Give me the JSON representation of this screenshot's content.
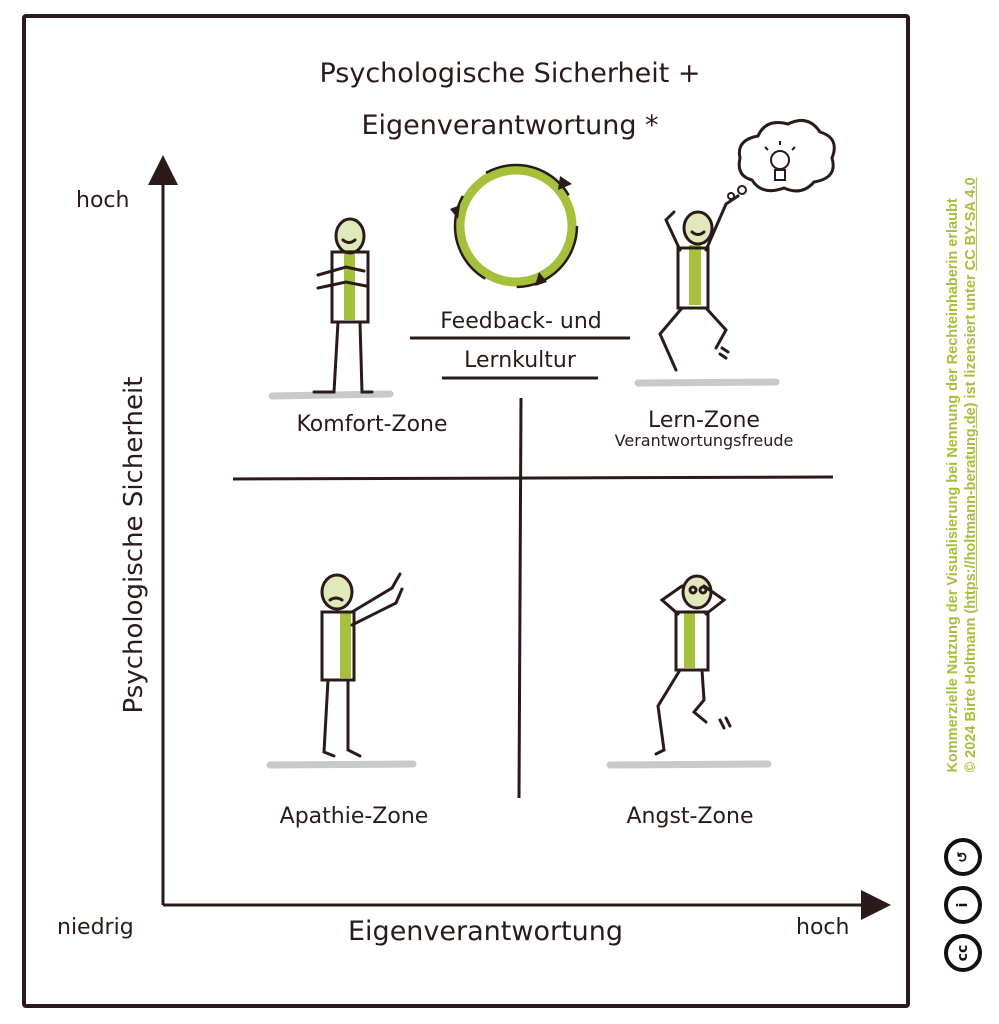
{
  "title": {
    "line1": "Psychologische Sicherheit +",
    "line2": "Eigenverantwortung *"
  },
  "axes": {
    "y_label": "Psychologische Sicherheit",
    "x_label": "Eigenverantwortung",
    "y_high": "hoch",
    "x_low": "niedrig",
    "x_high": "hoch"
  },
  "center": {
    "line1": "Feedback- und",
    "line2": "Lernkultur"
  },
  "zones": {
    "top_left": {
      "label": "Komfort-Zone"
    },
    "top_right": {
      "label": "Lern-Zone",
      "sublabel": "Verantwortungsfreude"
    },
    "bottom_left": {
      "label": "Apathie-Zone"
    },
    "bottom_right": {
      "label": "Angst-Zone"
    }
  },
  "credit": {
    "line1": "Kommerzielle Nutzung der Visualisierung bei Nennung der Rechteinhaberin erlaubt",
    "line2_pre": "© 2024 Birte Holtmann (",
    "line2_link": "https://holtmann-beratung.de",
    "line2_mid": ") ist lizensiert unter ",
    "line2_license": "CC BY-SA 4.0",
    "badges": [
      "cc",
      "i",
      "↺"
    ]
  },
  "colors": {
    "ink": "#2b1a1a",
    "accent": "#a4c139",
    "shadow": "#c9c9c9"
  }
}
